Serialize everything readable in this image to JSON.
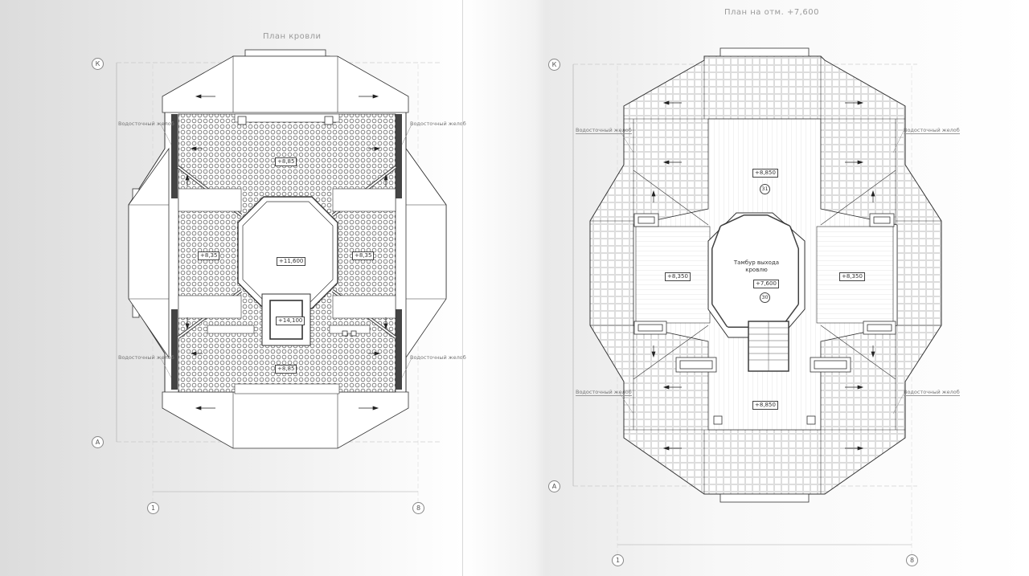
{
  "left_sheet": {
    "title": "План кровли",
    "axes": {
      "top_left": "К",
      "bottom_left": "А",
      "bottom_1": "1",
      "bottom_2": "8"
    },
    "gutter_label": "Водосточный желоб",
    "levels": {
      "upper": "+8,85",
      "mid_left": "+8,35",
      "mid_right": "+8,35",
      "lower": "+8,85",
      "centre": "+11,600",
      "tower": "+14,100"
    }
  },
  "right_sheet": {
    "title": "План на отм. +7,600",
    "axes": {
      "top_left": "К",
      "bottom_left": "А",
      "bottom_1": "1",
      "bottom_2": "8"
    },
    "gutter_label": "Водосточный желоб",
    "levels": {
      "upper": "+8,850",
      "left": "+8,350",
      "right": "+8,350",
      "lower": "+8,850",
      "centre": "+7,600"
    },
    "rooms": {
      "upper": "31",
      "centre": "30"
    },
    "centre_caption": "Тамбур выхода кровлю"
  }
}
